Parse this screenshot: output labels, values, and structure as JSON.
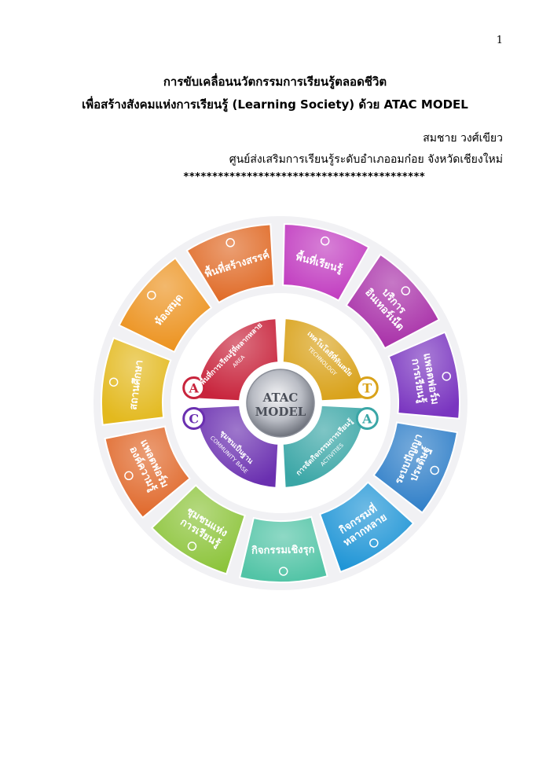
{
  "page_number": "1",
  "title_line1": "การขับเคลื่อนนวัตกรรมการเรียนรู้ตลอดชีวิต",
  "title_line2": "เพื่อสร้างสังคมแห่งการเรียนรู้ (Learning Society) ด้วย ATAC MODEL",
  "author": "สมชาย  วงศ์เขียว",
  "affiliation": "ศูนย์ส่งเสริมการเรียนรู้ระดับอำเภออมก๋อย  จังหวัดเชียงใหม่",
  "separator": "******************************************",
  "diagram": {
    "center_line1": "ATAC",
    "center_line2": "MODEL",
    "inner": [
      {
        "letter": "A",
        "th": "พื้นที่การเรียนรู้ที่หลากหลาย",
        "en": "AREA",
        "color": "#c8243c"
      },
      {
        "letter": "T",
        "th": "เทคโนโลยีที่ทันสมัย",
        "en": "TECHNOLOGY",
        "color": "#d9a21a"
      },
      {
        "letter": "A",
        "th": "การจัดกิจกรรมการเรียนรู้",
        "en": "ACTIVITIES",
        "color": "#3aa6a6"
      },
      {
        "letter": "C",
        "th": "ชุมชนเป็นฐาน",
        "en": "COMMUNITY BASE",
        "color": "#6a2fb0"
      }
    ],
    "outer": [
      {
        "label": "พื้นที่เรียนรู้",
        "color": "#c13cc0"
      },
      {
        "label": "บริการ อินเทอร์เน็ต",
        "color": "#a82fa8"
      },
      {
        "label": "แพลตฟอร์ม การเรียนรู้",
        "color": "#7a35c0"
      },
      {
        "label": "ระบบปัญญา ประดิษฐ์",
        "color": "#2e7ec8"
      },
      {
        "label": "กิจกรรมที่ หลากหลาย",
        "color": "#1f95d6"
      },
      {
        "label": "กิจกรรมเชิงรุก",
        "color": "#52c4a6"
      },
      {
        "label": "ชุมชนแห่ง การเรียนรู้",
        "color": "#8cc43a"
      },
      {
        "label": "แพลตฟอร์ม องค์ความรู้",
        "color": "#e0682a"
      },
      {
        "label": "สถานศึกษา",
        "color": "#e3b91e"
      },
      {
        "label": "ห้องสมุด",
        "color": "#ec921e"
      },
      {
        "label": "พื้นที่สร้างสรรค์",
        "color": "#e06a26"
      }
    ]
  }
}
